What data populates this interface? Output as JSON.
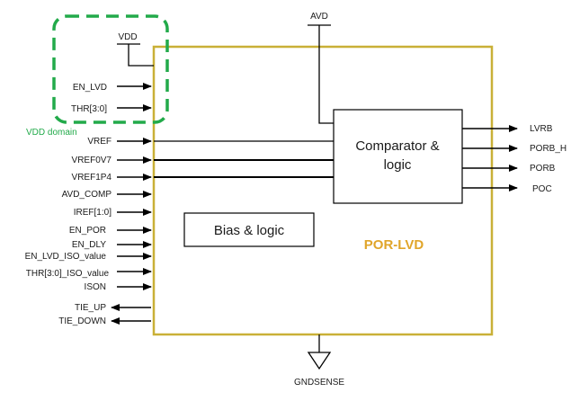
{
  "colors": {
    "block_border": "#c9b037",
    "domain_dash": "#22aa4a",
    "title": "#e0a52a",
    "wire": "#000000"
  },
  "block": {
    "title": "POR-LVD"
  },
  "supply": {
    "top": "AVD",
    "bottom": "GNDSENSE"
  },
  "vdd_domain": {
    "label": "VDD domain",
    "supply": "VDD",
    "inputs": [
      "EN_LVD",
      "THR[3:0]"
    ]
  },
  "comparator": {
    "line1": "Comparator &",
    "line2": "logic"
  },
  "bias": {
    "label": "Bias & logic"
  },
  "left_inputs": [
    "VREF",
    "VREF0V7",
    "VREF1P4",
    "AVD_COMP",
    "IREF[1:0]",
    "EN_POR",
    "EN_DLY",
    "EN_LVD_ISO_value",
    "THR[3:0]_ISO_value",
    "ISON"
  ],
  "left_outputs": [
    "TIE_UP",
    "TIE_DOWN"
  ],
  "right_outputs": [
    "LVRB",
    "PORB_H",
    "PORB",
    "POC"
  ]
}
